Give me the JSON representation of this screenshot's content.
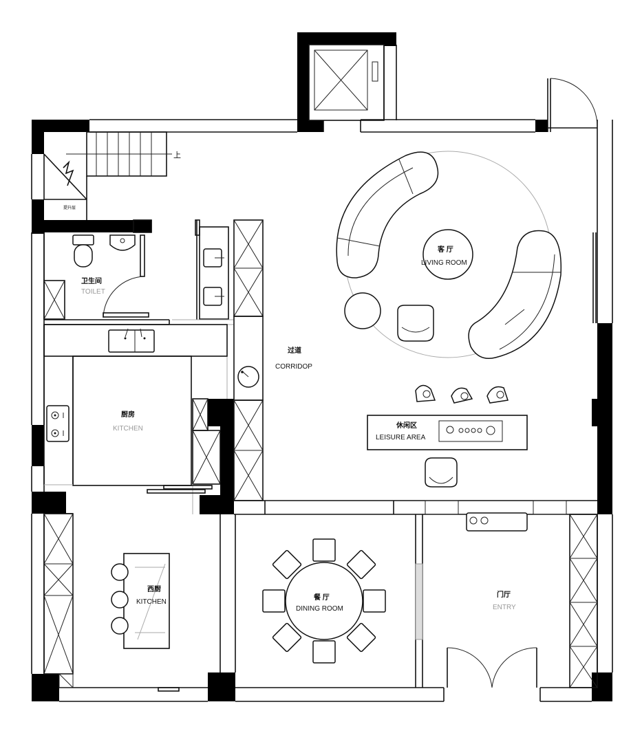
{
  "rooms": {
    "stair_up": "上",
    "small_room": "提升层",
    "toilet": {
      "cn": "卫生间",
      "en": "TOILET"
    },
    "kitchen": {
      "cn": "厨房",
      "en": "KITCHEN"
    },
    "corridor": {
      "cn": "过道",
      "en": "CORRIDOP"
    },
    "living": {
      "cn": "客 厅",
      "en": "LIVING ROOM"
    },
    "leisure": {
      "cn": "休闲区",
      "en": "LEISURE  AREA"
    },
    "west_kitchen": {
      "cn": "西厨",
      "en": "KITCHEN"
    },
    "dining": {
      "cn": "餐 厅",
      "en": "DINING ROOM"
    },
    "entry": {
      "cn": "门厅",
      "en": "ENTRY"
    }
  },
  "colors": {
    "wall": "#000000",
    "line": "#111111",
    "muted": "#999999"
  }
}
